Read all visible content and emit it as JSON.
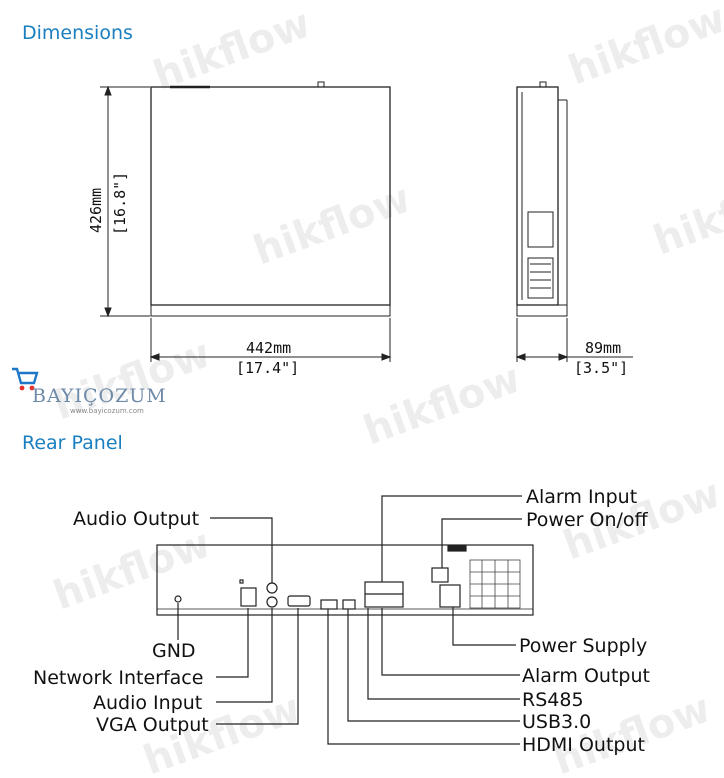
{
  "sections": {
    "dimensions_title": "Dimensions",
    "rear_panel_title": "Rear Panel"
  },
  "dimensions": {
    "height_mm": "426mm",
    "height_in": "[16.8\"]",
    "width_mm": "442mm",
    "width_in": "[17.4\"]",
    "depth_mm": "89mm",
    "depth_in": "[3.5\"]"
  },
  "rear_panel": {
    "labels_left": {
      "audio_output": "Audio Output",
      "gnd": "GND",
      "network_interface": "Network Interface",
      "audio_input": "Audio Input",
      "vga_output": "VGA Output"
    },
    "labels_right": {
      "alarm_input": "Alarm Input",
      "power_on_off": "Power On/off",
      "power_supply": "Power Supply",
      "alarm_output": "Alarm Output",
      "rs485": "RS485",
      "usb30": "USB3.0",
      "hdmi_output": "HDMI Output"
    }
  },
  "watermark": {
    "text": "hikflow"
  },
  "logo": {
    "name": "BAYIÇOZUM",
    "url": "www.bayicozum.com"
  }
}
